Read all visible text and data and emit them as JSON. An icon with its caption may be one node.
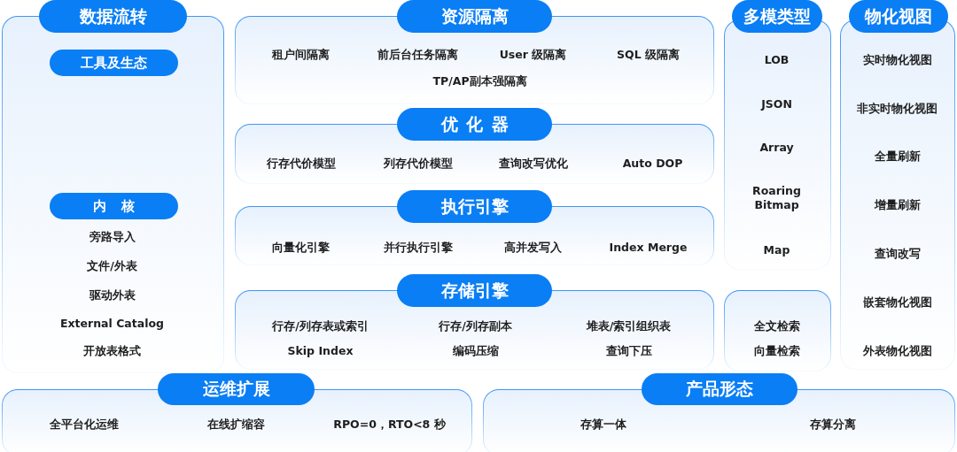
{
  "diagram": {
    "nodes": [
      {
        "text": [
          "旁路导入",
          "文件/外表",
          "驱动外表",
          "External Catalog",
          "开放表格式"
        ]
      },
      {
        "text": [
          "数据流转"
        ]
      },
      {
        "text": [
          "工具及生态"
        ],
        "in": 0
      },
      {
        "text": [
          "内核"
        ],
        "in": 0
      },
      {
        "text": [
          "租户间隔离",
          "前后台任务隔离",
          "User 级隔离",
          "SQL 级隔离",
          "TP/AP副本强隔离"
        ]
      },
      {
        "text": [
          "资源隔离"
        ]
      },
      {
        "text": [
          "行存代价模型",
          "列存代价模型",
          "查询改写优化",
          "Auto DOP"
        ]
      },
      {
        "text": [
          "优化器"
        ]
      },
      {
        "text": [
          "向量化引擎",
          "并行执行引擎",
          "高并发写入",
          "Index Merge"
        ]
      },
      {
        "text": [
          "执行引擎"
        ]
      },
      {
        "text": [
          "行存/列存表或索引",
          "行存/列存副本",
          "堆表/索引组织表",
          "Skip Index",
          "编码压缩",
          "查询下压"
        ]
      },
      {
        "text": [
          "存储引擎"
        ]
      },
      {
        "text": [
          "LOB",
          "JSON",
          "Array",
          "Roaring Bitmap",
          "Map"
        ]
      },
      {
        "text": [
          "多模类型"
        ]
      },
      {
        "text": [
          "全文检索",
          "向量检索"
        ]
      },
      {
        "text": [
          "实时物化视图",
          "非实时物化视图",
          "全量刷新",
          "增量刷新",
          "查询改写",
          "嵌套物化视图",
          "外表物化视图"
        ]
      },
      {
        "text": [
          "物化视图"
        ]
      },
      {
        "text": [
          "全平台化运维",
          "在线扩缩容",
          "RPO=0，RTO<8 秒"
        ]
      },
      {
        "text": [
          "运维扩展"
        ]
      },
      {
        "text": [
          "存算一体",
          "存算分离"
        ]
      },
      {
        "text": [
          "产品形态"
        ]
      }
    ]
  }
}
